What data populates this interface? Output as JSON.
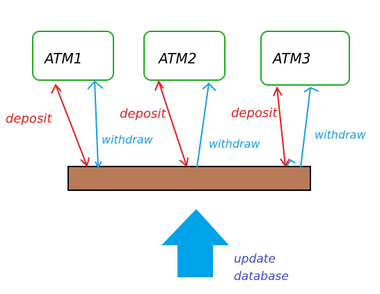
{
  "atms": [
    {
      "label": "ATM1",
      "deposit_label": "deposit",
      "withdraw_label": "withdraw"
    },
    {
      "label": "ATM2",
      "deposit_label": "deposit",
      "withdraw_label": "withdraw"
    },
    {
      "label": "ATM3",
      "deposit_label": "deposit",
      "withdraw_label": "withdraw"
    }
  ],
  "update": {
    "line1": "update",
    "line2": "database"
  },
  "colors": {
    "atm_border": "#22aa22",
    "deposit": "#e02020",
    "withdraw": "#1a9ee0",
    "database_fill": "#b97a57",
    "database_border": "#000000",
    "update_arrow": "#00a2e8",
    "update_text": "#3f48cc"
  }
}
